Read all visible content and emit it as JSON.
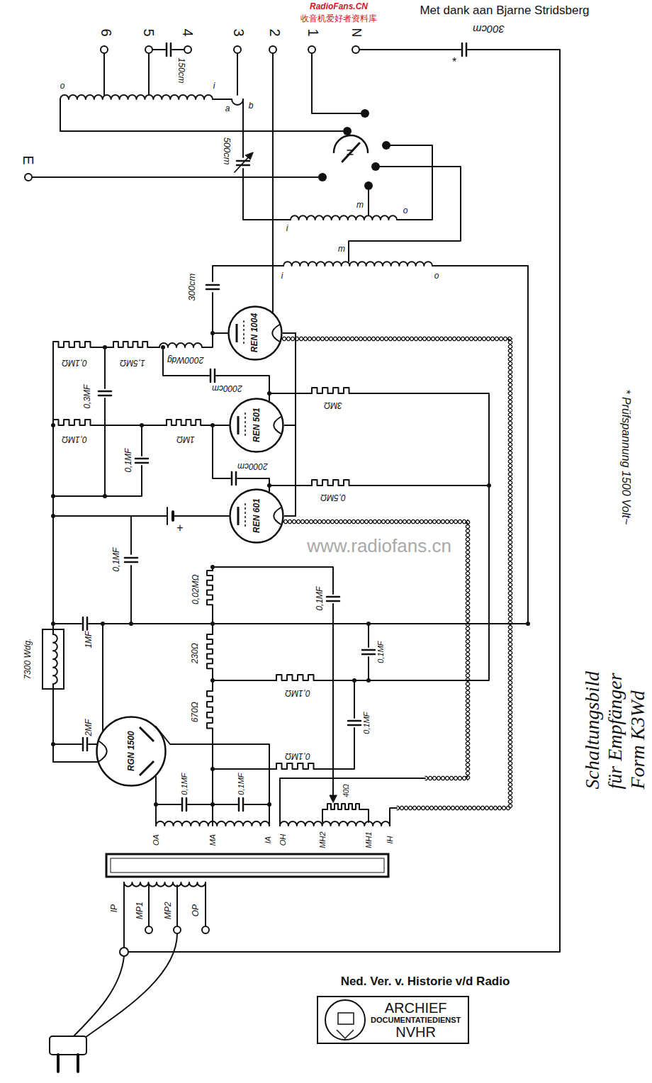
{
  "diagram": {
    "title": "Schaltungsbild für Empfänger Form K3Wd",
    "nodes": [
      {
        "text": [
          "REN 1004"
        ]
      },
      {
        "text": [
          "REN 501"
        ]
      },
      {
        "text": [
          "REN 601"
        ]
      },
      {
        "text": [
          "RGN 1500"
        ]
      },
      {
        "text": [
          "ARCHIEF",
          "DOCUMENTATIEDIENST",
          "NVHR"
        ]
      }
    ],
    "edges": [
      {
        "from": 0,
        "to": 1,
        "arrow": "none"
      },
      {
        "from": 1,
        "to": 2,
        "arrow": "none"
      }
    ],
    "labels": [
      "RadioFans.CN",
      "收音机爱好者资料库",
      "Met dank aan Bjarne Stridsberg",
      "6",
      "5",
      "4",
      "3",
      "2",
      "1",
      "N",
      "300cm",
      "*",
      "150cm",
      "o",
      "i",
      "a",
      "b",
      "E",
      "500cm",
      "m",
      "o",
      "i",
      "m",
      "i",
      "o",
      "300cm",
      "2000Wdg",
      "0,1MΩ",
      "1,5MΩ",
      "2000cm",
      "0,3MF",
      "3MΩ",
      "0,1MΩ",
      "1MΩ",
      "0,1MF",
      "2000cm",
      "0,5MΩ",
      "+",
      "0,1MF",
      "0,02MΩ",
      "0,1MF",
      "1MF",
      "7300 Wdg.",
      "2MF",
      "230Ω",
      "0,1MΩ",
      "0,1MF",
      "670Ω",
      "0,1MF",
      "0,1MΩ",
      "0,1MF",
      "0,1MF",
      "OA",
      "MA",
      "IA",
      "OH",
      "MH2",
      "40Ω",
      "MH1",
      "IH",
      "IP",
      "MP1",
      "MP2",
      "OP",
      "* Prüfspannung 1500 Volt~",
      "Ned. Ver. v. Historie v/d Radio",
      "www.radiofans.cn"
    ]
  }
}
